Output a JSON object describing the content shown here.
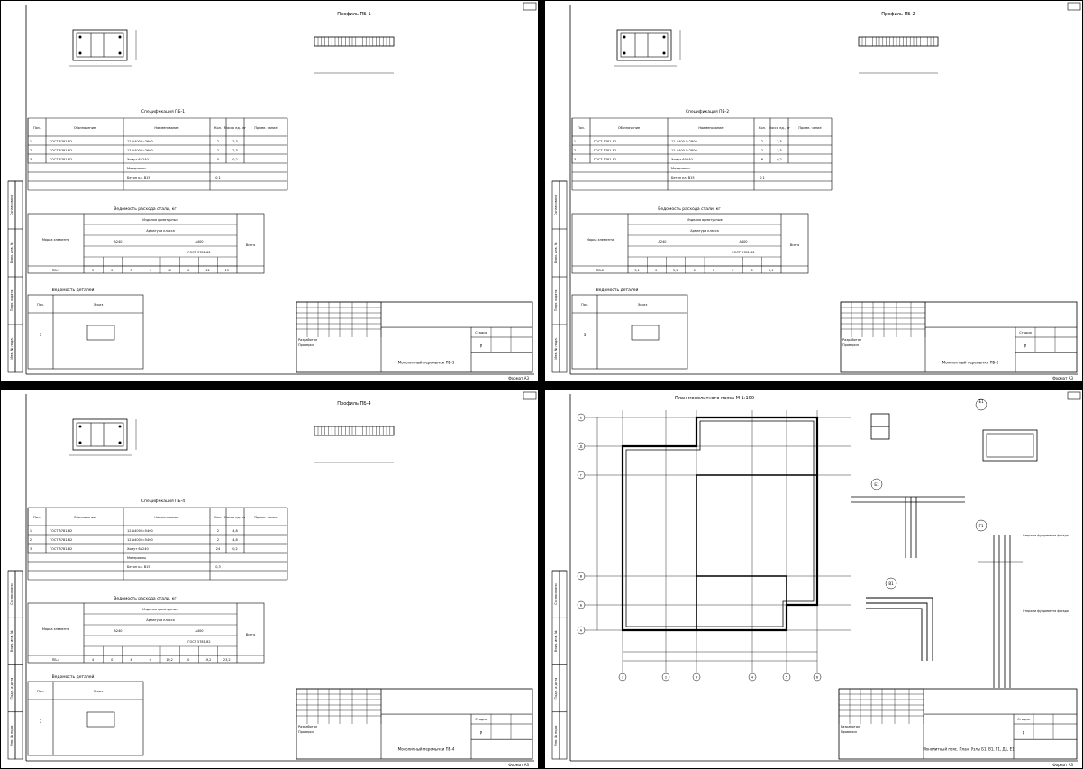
{
  "sheets": [
    {
      "id": "sheet-1",
      "profile_title": "Профиль ПБ-1",
      "spec_title": "Спецификация ПБ-1",
      "spec_headers": [
        "Поз.",
        "Обозначение",
        "Наименование",
        "Кол.",
        "Масса ед., кг",
        "Приме- чание"
      ],
      "spec_rows": [
        [
          "1",
          "ГОСТ 5781-82",
          "12-А400 l=2600",
          "2",
          "2,3",
          ""
        ],
        [
          "2",
          "ГОСТ 5781-82",
          "12-А400 l=2600",
          "2",
          "2,3",
          ""
        ],
        [
          "3",
          "ГОСТ 5781-82",
          "Хомут 6А240",
          "5",
          "0,2",
          ""
        ],
        [
          "",
          "",
          "Материалы",
          "",
          "",
          ""
        ],
        [
          "",
          "",
          "Бетон кл. В15",
          "0,1",
          "",
          ""
        ]
      ],
      "vedomost_title": "Ведомость расхода стали, кг",
      "vedomost_headers": [
        "Марка элемента",
        "Изделия арматурные",
        "Арматура класса",
        "А240",
        "А400",
        "ГОСТ 5781-82",
        "Итого",
        "Всего"
      ],
      "vedomost_row": [
        "ПБ-1",
        "5",
        "0",
        "3",
        "0",
        "12",
        "0",
        "12",
        "13"
      ],
      "section_title": "Ведомость деталей",
      "section_headers": [
        "Поз.",
        "Эскиз"
      ],
      "section_pos": "3",
      "stamp_title": "Монолитный перемычки ПБ-1",
      "stamp_mid": "Стадия",
      "stamp_sheet": "Р",
      "stamp_left": [
        "Разработал",
        "Проверил"
      ],
      "stamp_corner": "Формат А3"
    },
    {
      "id": "sheet-2",
      "profile_title": "Профиль ПБ-2",
      "spec_title": "Спецификация ПБ-2",
      "spec_headers": [
        "Поз.",
        "Обозначение",
        "Наименование",
        "Кол.",
        "Масса ед., кг",
        "Приме- чание"
      ],
      "spec_rows": [
        [
          "1",
          "ГОСТ 5781-82",
          "12-А400 l=2800",
          "2",
          "2,5",
          ""
        ],
        [
          "2",
          "ГОСТ 5781-82",
          "12-А400 l=2800",
          "2",
          "2,5",
          ""
        ],
        [
          "3",
          "ГОСТ 5781-82",
          "Хомут 6А240",
          "6",
          "0,2",
          ""
        ],
        [
          "",
          "",
          "Материалы",
          "",
          "",
          ""
        ],
        [
          "",
          "",
          "Бетон кл. В15",
          "0,1",
          "",
          ""
        ]
      ],
      "vedomost_title": "Ведомость расхода стали, кг",
      "vedomost_headers": [
        "Марка элемента",
        "Изделия арматурные",
        "Арматура класса",
        "А240",
        "А400",
        "ГОСТ 5781-82",
        "Итого",
        "Всего"
      ],
      "vedomost_row": [
        "ПБ-2",
        "3,1",
        "0",
        "3,1",
        "0",
        "6",
        "0",
        "6",
        "9,1"
      ],
      "section_title": "Ведомость деталей",
      "section_headers": [
        "Поз.",
        "Эскиз"
      ],
      "section_pos": "3",
      "stamp_title": "Монолитный перемычки ПБ-2",
      "stamp_mid": "Стадия",
      "stamp_sheet": "Р",
      "stamp_left": [
        "Разработал",
        "Проверил"
      ],
      "stamp_corner": "Формат А3"
    },
    {
      "id": "sheet-3",
      "profile_title": "Профиль ПБ-4",
      "spec_title": "Спецификация ПБ-4",
      "spec_headers": [
        "Поз.",
        "Обозначение",
        "Наименование",
        "Кол.",
        "Масса ед., кг",
        "Приме- чание"
      ],
      "spec_rows": [
        [
          "1",
          "ГОСТ 5781-82",
          "12-А400 l=5400",
          "2",
          "4,8",
          ""
        ],
        [
          "2",
          "ГОСТ 5781-82",
          "12-А400 l=5400",
          "2",
          "4,8",
          ""
        ],
        [
          "3",
          "ГОСТ 5781-82",
          "Хомут 6А240",
          "24",
          "0,2",
          ""
        ],
        [
          "",
          "",
          "Материалы",
          "",
          "",
          ""
        ],
        [
          "",
          "",
          "Бетон кл. В15",
          "0,3",
          "",
          ""
        ]
      ],
      "vedomost_title": "Ведомость расхода стали, кг",
      "vedomost_headers": [
        "Марка элемента",
        "Изделия арматурные",
        "Арматура класса",
        "А240",
        "А400",
        "ГОСТ 5781-82",
        "Итого",
        "Всего"
      ],
      "vedomost_row": [
        "ПБ-4",
        "4",
        "0",
        "4",
        "0",
        "19,2",
        "0",
        "19,2",
        "23,2"
      ],
      "section_title": "Ведомость деталей",
      "section_headers": [
        "Поз.",
        "Эскиз"
      ],
      "section_pos": "3",
      "stamp_title": "Монолитный перемычки ПБ-4",
      "stamp_mid": "Стадия",
      "stamp_sheet": "Р",
      "stamp_left": [
        "Разработал",
        "Проверил"
      ],
      "stamp_corner": "Формат А3"
    },
    {
      "id": "sheet-4",
      "plan_title": "План монолитного пояса М 1:100",
      "detail_labels": [
        "Б1",
        "В1",
        "Г1",
        "Д1",
        "Е1"
      ],
      "detail_note_1": "Стержни фундамента фасада",
      "detail_note_2": "Стержни фундамента фасада",
      "axes_left": [
        "Е",
        "Д",
        "Г",
        "В",
        "Б",
        "А"
      ],
      "axes_bottom": [
        "1",
        "2",
        "3",
        "4",
        "5",
        "6"
      ],
      "stamp_title": "Монолитный пояс. План. Узлы Б1, В1, Г1, Д1, Е1",
      "stamp_mid": "Стадия",
      "stamp_sheet": "Р",
      "stamp_left": [
        "Разработал",
        "Проверил"
      ],
      "stamp_corner": "Формат А3"
    }
  ],
  "side_labels": [
    "Согласовано",
    "Взам. инв. №",
    "Подп. и дата",
    "Инв. № подл."
  ]
}
